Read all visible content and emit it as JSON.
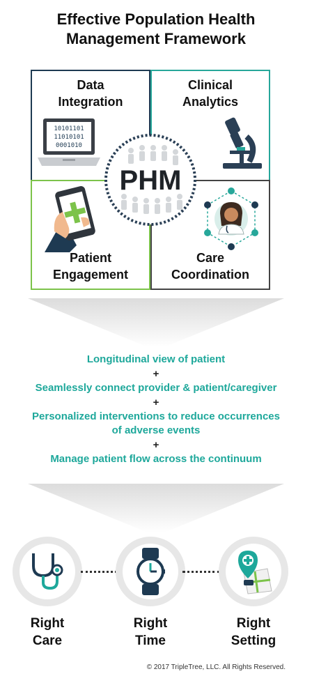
{
  "title": {
    "line1": "Effective Population Health",
    "line2": "Management Framework"
  },
  "quadrants": {
    "data_integration": {
      "line1": "Data",
      "line2": "Integration",
      "screen_lines": [
        "10101101",
        "11010101",
        "0001010"
      ]
    },
    "clinical_analytics": {
      "line1": "Clinical",
      "line2": "Analytics"
    },
    "patient_engagement": {
      "line1": "Patient",
      "line2": "Engagement"
    },
    "care_coordination": {
      "line1": "Care",
      "line2": "Coordination"
    }
  },
  "center_label": "PHM",
  "bullets": {
    "item1": "Longitudinal view of patient",
    "plus1": "+",
    "item2": "Seamlessly connect provider & patient/caregiver",
    "plus2": "+",
    "item3_line1": "Personalized interventions to reduce occurrences",
    "item3_line2": "of adverse events",
    "plus3": "+",
    "item4": "Manage patient flow across the continuum"
  },
  "outcomes": [
    {
      "line1": "Right",
      "line2": "Care",
      "icon": "stethoscope-icon"
    },
    {
      "line1": "Right",
      "line2": "Time",
      "icon": "watch-icon"
    },
    {
      "line1": "Right",
      "line2": "Setting",
      "icon": "map-pin-icon"
    }
  ],
  "colors": {
    "teal": "#1ea89b",
    "navy": "#1e3a52",
    "green": "#7cc34a",
    "dark_border": "#444444"
  },
  "copyright": "© 2017 TripleTree, LLC. All Rights Reserved."
}
